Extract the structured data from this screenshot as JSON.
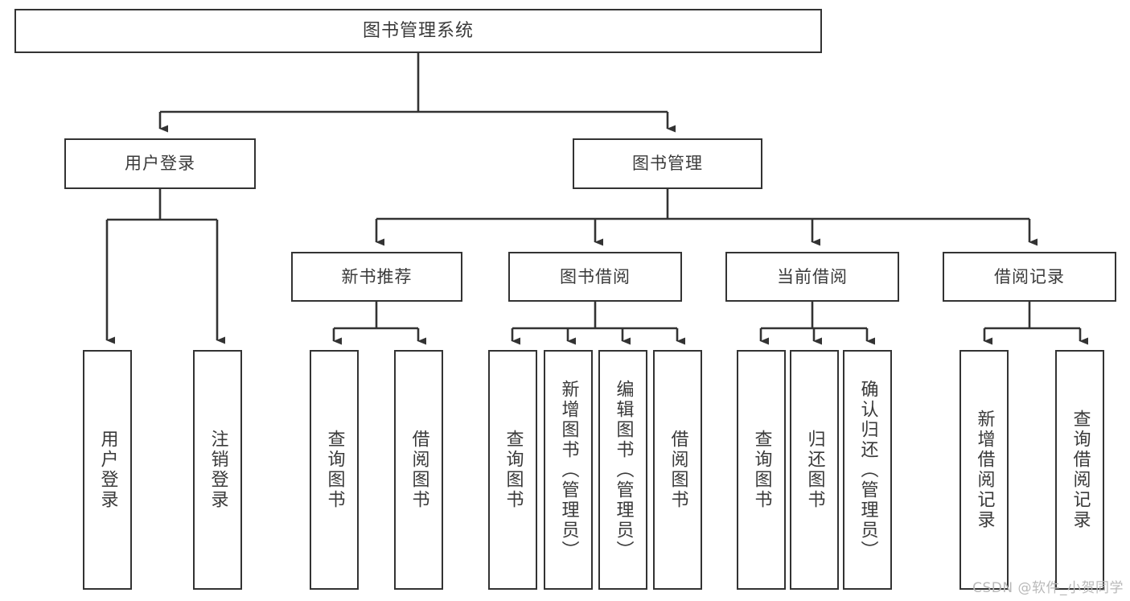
{
  "diagram": {
    "type": "tree",
    "title": "图书管理系统",
    "style": {
      "box_border": "#333333",
      "box_fill": "#ffffff",
      "text_color": "#3a3a3a",
      "line_color": "#333333",
      "background": "#ffffff",
      "watermark_color": "#b9b9b9"
    },
    "root": {
      "label": "图书管理系统"
    },
    "level1": [
      {
        "label": "用户登录"
      },
      {
        "label": "图书管理"
      }
    ],
    "level2": [
      {
        "label": "新书推荐"
      },
      {
        "label": "图书借阅"
      },
      {
        "label": "当前借阅"
      },
      {
        "label": "借阅记录"
      }
    ],
    "leaves": {
      "user_login": [
        {
          "label": "用户登录"
        },
        {
          "label": "注销登录"
        }
      ],
      "new_book_recommend": [
        {
          "label": "查询图书"
        },
        {
          "label": "借阅图书"
        }
      ],
      "book_borrow": [
        {
          "label": "查询图书"
        },
        {
          "label": "新增图书（管理员）"
        },
        {
          "label": "编辑图书（管理员）"
        },
        {
          "label": "借阅图书"
        }
      ],
      "current_borrow": [
        {
          "label": "查询图书"
        },
        {
          "label": "归还图书"
        },
        {
          "label": "确认归还（管理员）"
        }
      ],
      "borrow_record": [
        {
          "label": "新增借阅记录"
        },
        {
          "label": "查询借阅记录"
        }
      ]
    },
    "watermark": "CSDN @软件_小贺同学"
  }
}
